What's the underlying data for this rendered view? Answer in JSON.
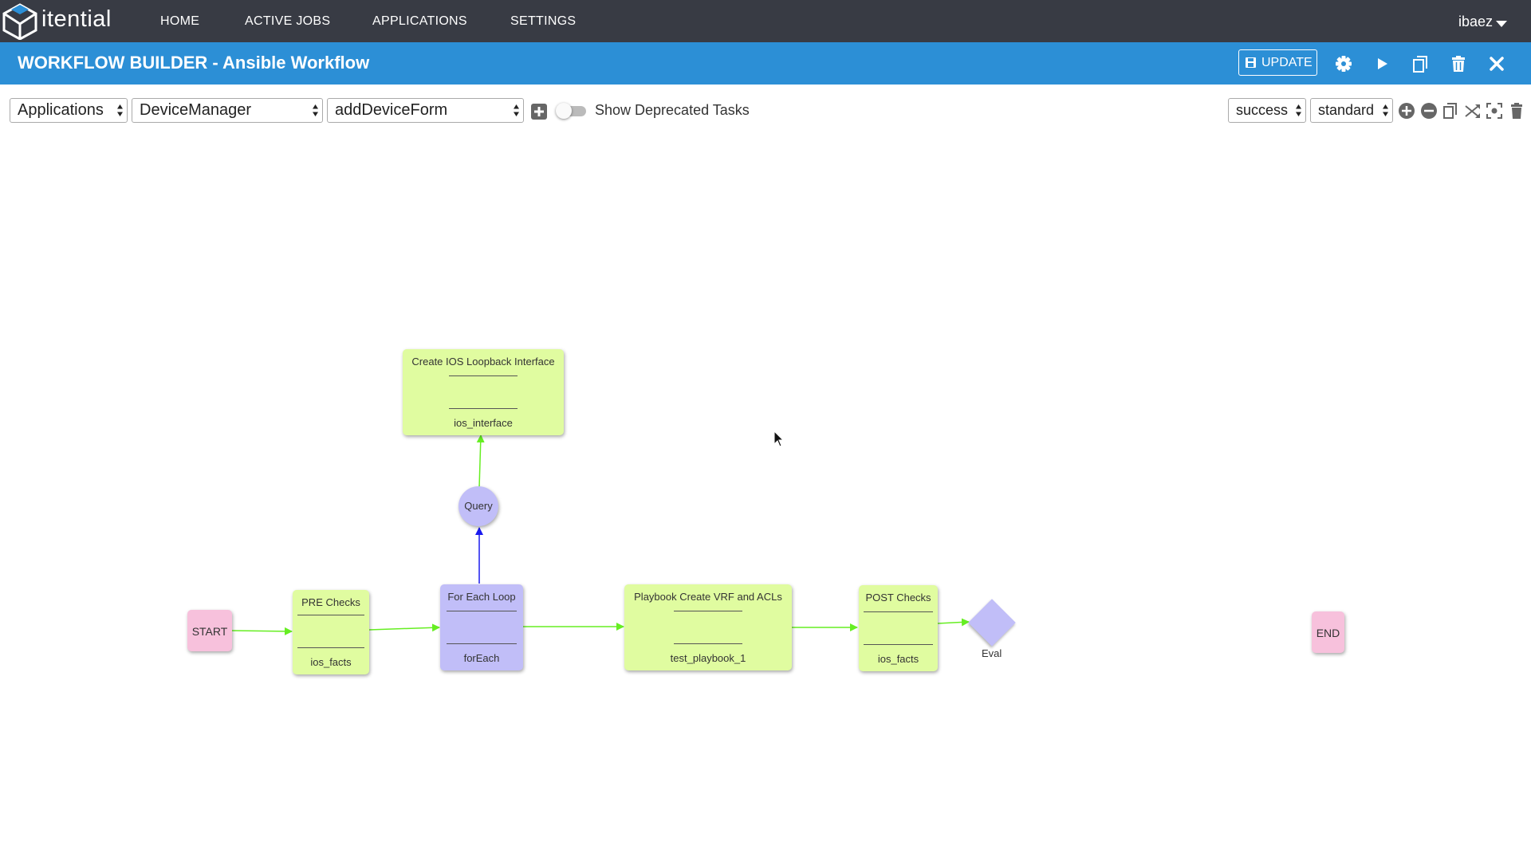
{
  "brand": {
    "name": "itential"
  },
  "nav": {
    "items": [
      "HOME",
      "ACTIVE JOBS",
      "APPLICATIONS",
      "SETTINGS"
    ],
    "user": "ibaez"
  },
  "header": {
    "title": "WORKFLOW BUILDER - Ansible Workflow",
    "update_label": "UPDATE"
  },
  "toolbar": {
    "category_select": "Applications",
    "app_select": "DeviceManager",
    "task_select": "addDeviceForm",
    "toggle_label": "Show Deprecated Tasks",
    "status_select": "success",
    "type_select": "standard"
  },
  "colors": {
    "nav_bg": "#383b44",
    "title_bg": "#2c8fd6",
    "task": "#e0fca0",
    "control": "#c1bef8",
    "terminal": "#f7c1dc",
    "success_edge": "#66ee22",
    "query_edge": "#1a1aee"
  },
  "workflow": {
    "start": "START",
    "end": "END",
    "pre_checks": {
      "title": "PRE Checks",
      "task": "ios_facts"
    },
    "for_each": {
      "title": "For Each Loop",
      "task": "forEach"
    },
    "query": "Query",
    "create_loopback": {
      "title": "Create IOS Loopback Interface",
      "task": "ios_interface"
    },
    "playbook": {
      "title": "Playbook Create VRF and ACLs",
      "task": "test_playbook_1"
    },
    "post_checks": {
      "title": "POST Checks",
      "task": "ios_facts"
    },
    "eval": "Eval"
  }
}
